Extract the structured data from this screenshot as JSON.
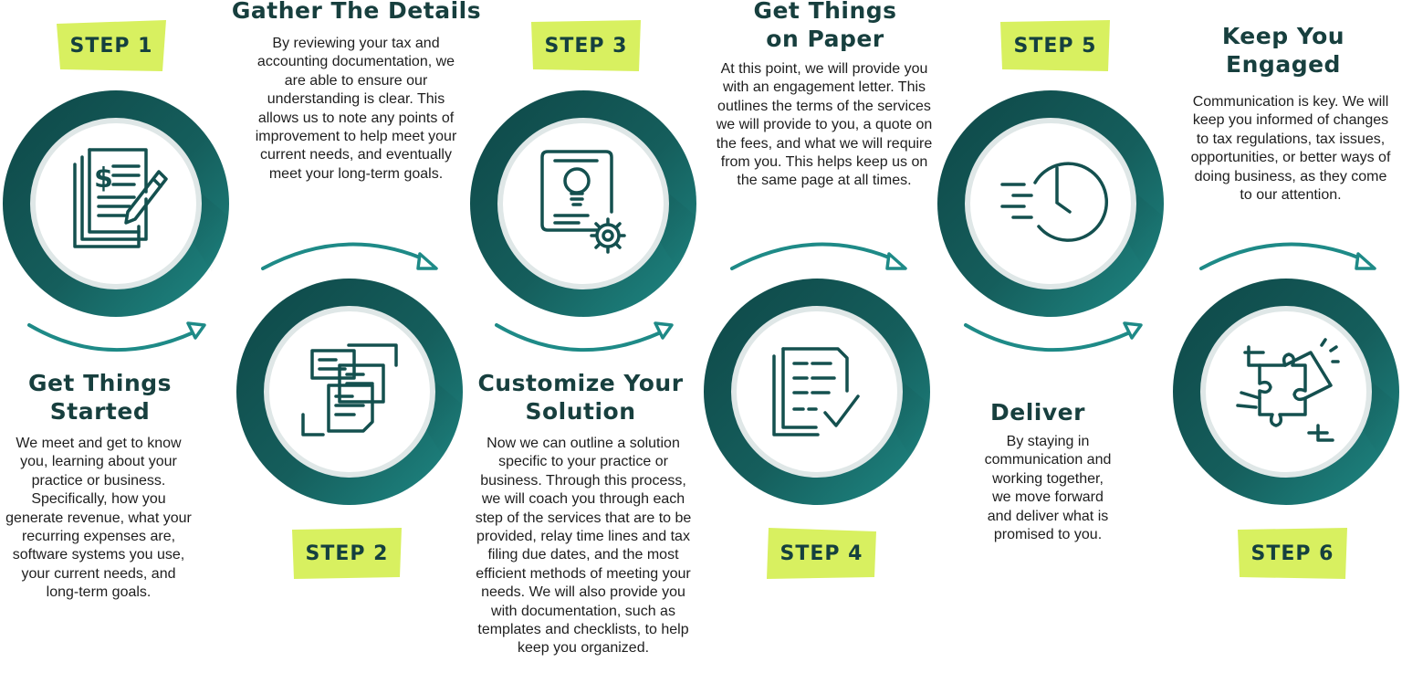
{
  "colors": {
    "teal_dark": "#0f4b4b",
    "teal_light": "#1e8a87",
    "badge": "#d8f060",
    "text_dark": "#173f3e"
  },
  "steps": [
    {
      "badge": "STEP 1",
      "title": "Get Things Started",
      "body": "We meet and get to know you, learning about your practice or business. Specifically, how you generate revenue, what your recurring expenses are, software systems you use, your current needs, and long-term goals.",
      "icon": "invoice-pencil-icon"
    },
    {
      "badge": "STEP 2",
      "title": "Gather The Details",
      "body": "By reviewing your tax and accounting documentation, we are able to ensure our understanding is clear. This allows us to note any points of improvement to help meet your current needs, and eventually meet your long-term goals.",
      "icon": "documents-stack-icon"
    },
    {
      "badge": "STEP 3",
      "title": "Customize Your Solution",
      "body": "Now we can outline a solution specific to your practice or business. Through this process, we will coach you through each step of the services that are to be provided, relay time lines and tax filing due dates, and the most efficient methods of meeting your needs. We will also provide you with documentation, such as templates and checklists, to help keep you organized.",
      "icon": "idea-document-gear-icon"
    },
    {
      "badge": "STEP 4",
      "title": "Get Things on Paper",
      "body": "At this point, we will provide you with an engagement letter. This outlines the terms of the services we will provide to you, a quote on the fees, and what we will require from you. This helps keep us on the same page at all times.",
      "icon": "document-check-icon"
    },
    {
      "badge": "STEP 5",
      "title": "Deliver",
      "body": "By staying in communication and working together, we move forward and deliver what is promised to you.",
      "icon": "fast-clock-icon"
    },
    {
      "badge": "STEP 6",
      "title": "Keep You Engaged",
      "body": "Communication is key. We will keep you informed of changes to tax regulations, tax issues, opportunities, or better ways of doing business, as they come to our attention.",
      "icon": "puzzle-hands-icon"
    }
  ]
}
